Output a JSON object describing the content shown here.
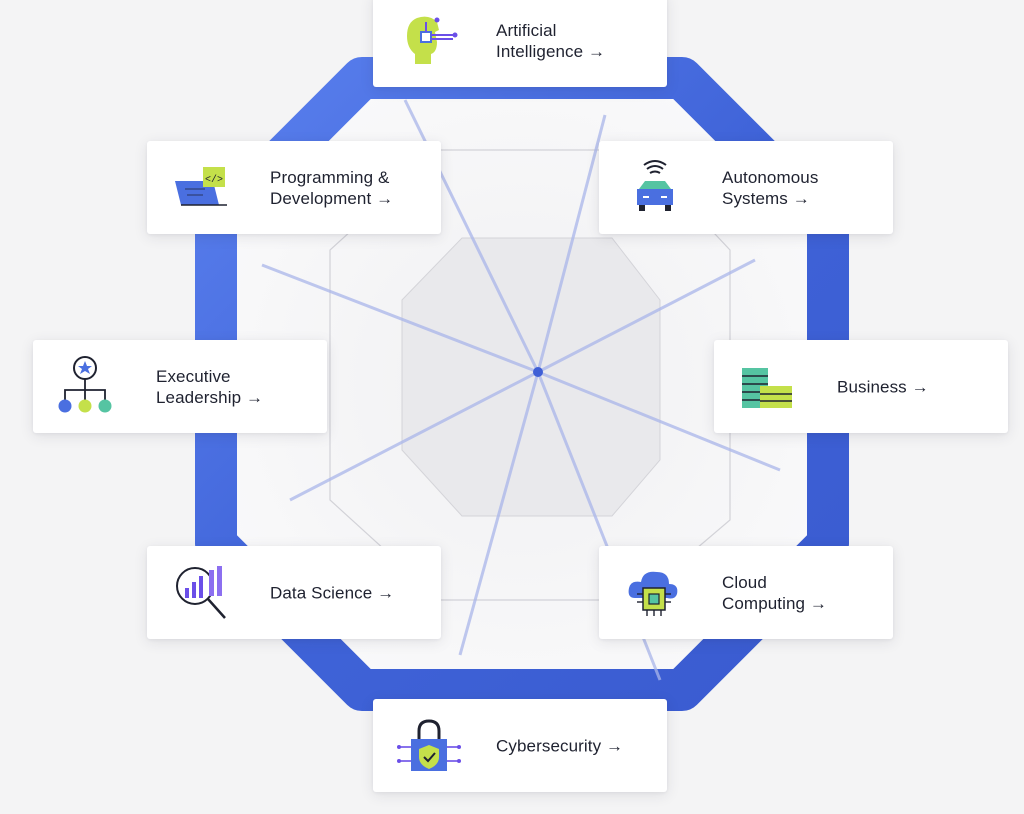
{
  "categories": [
    {
      "label": "Artificial\nIntelligence →",
      "icon": "ai-head-icon"
    },
    {
      "label": "Autonomous\nSystems →",
      "icon": "autonomous-car-icon"
    },
    {
      "label": "Business →",
      "icon": "business-buildings-icon"
    },
    {
      "label": "Cloud\nComputing →",
      "icon": "cloud-chip-icon"
    },
    {
      "label": "Cybersecurity →",
      "icon": "lock-shield-icon"
    },
    {
      "label": "Data Science →",
      "icon": "magnifier-chart-icon"
    },
    {
      "label": "Executive\nLeadership →",
      "icon": "org-chart-icon"
    },
    {
      "label": "Programming &\nDevelopment →",
      "icon": "laptop-code-icon"
    }
  ],
  "colors": {
    "accent_blue": "#4a6fe0",
    "accent_purple": "#6b4fe8",
    "accent_green": "#c4e04a",
    "accent_teal": "#55c4a2",
    "text": "#1f2230"
  }
}
